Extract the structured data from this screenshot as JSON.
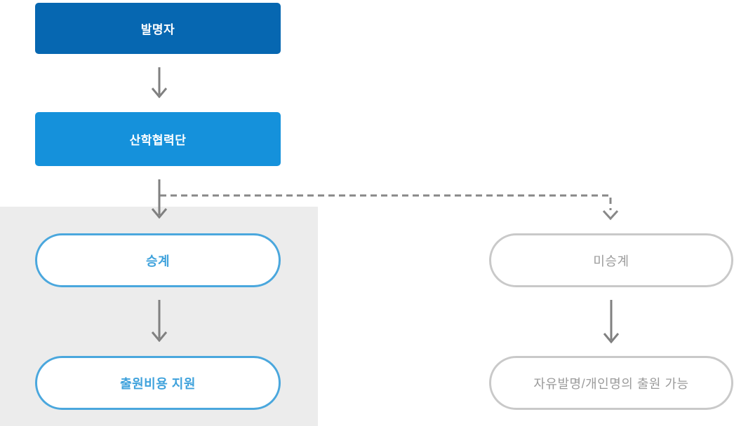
{
  "diagram": {
    "title": "patent-succession-flowchart",
    "nodes": {
      "inventor": {
        "label": "발명자"
      },
      "foundation": {
        "label": "산학협력단"
      },
      "succession": {
        "label": "승계"
      },
      "cost_support": {
        "label": "출원비용 지원"
      },
      "non_succession": {
        "label": "미승계"
      },
      "free_invention": {
        "label": "자유발명/개인명의 출원 가능"
      }
    },
    "edges": [
      {
        "from": "inventor",
        "to": "foundation",
        "style": "solid"
      },
      {
        "from": "foundation",
        "to": "succession",
        "style": "solid"
      },
      {
        "from": "succession",
        "to": "cost_support",
        "style": "solid"
      },
      {
        "from": "foundation",
        "to": "non_succession",
        "style": "dashed"
      },
      {
        "from": "non_succession",
        "to": "free_invention",
        "style": "solid"
      }
    ],
    "colors": {
      "box_inventor_bg": "#0667b1",
      "box_foundation_bg": "#1591db",
      "box_text": "#ffffff",
      "pill_blue_border": "#4aa7dd",
      "pill_blue_text": "#3fa2dc",
      "pill_gray_border": "#c9c9c9",
      "pill_gray_text": "#9b9b9b",
      "arrow": "#808080",
      "dashed_connector": "#888888",
      "panel_bg": "#ececec",
      "page_bg": "#ffffff"
    }
  }
}
